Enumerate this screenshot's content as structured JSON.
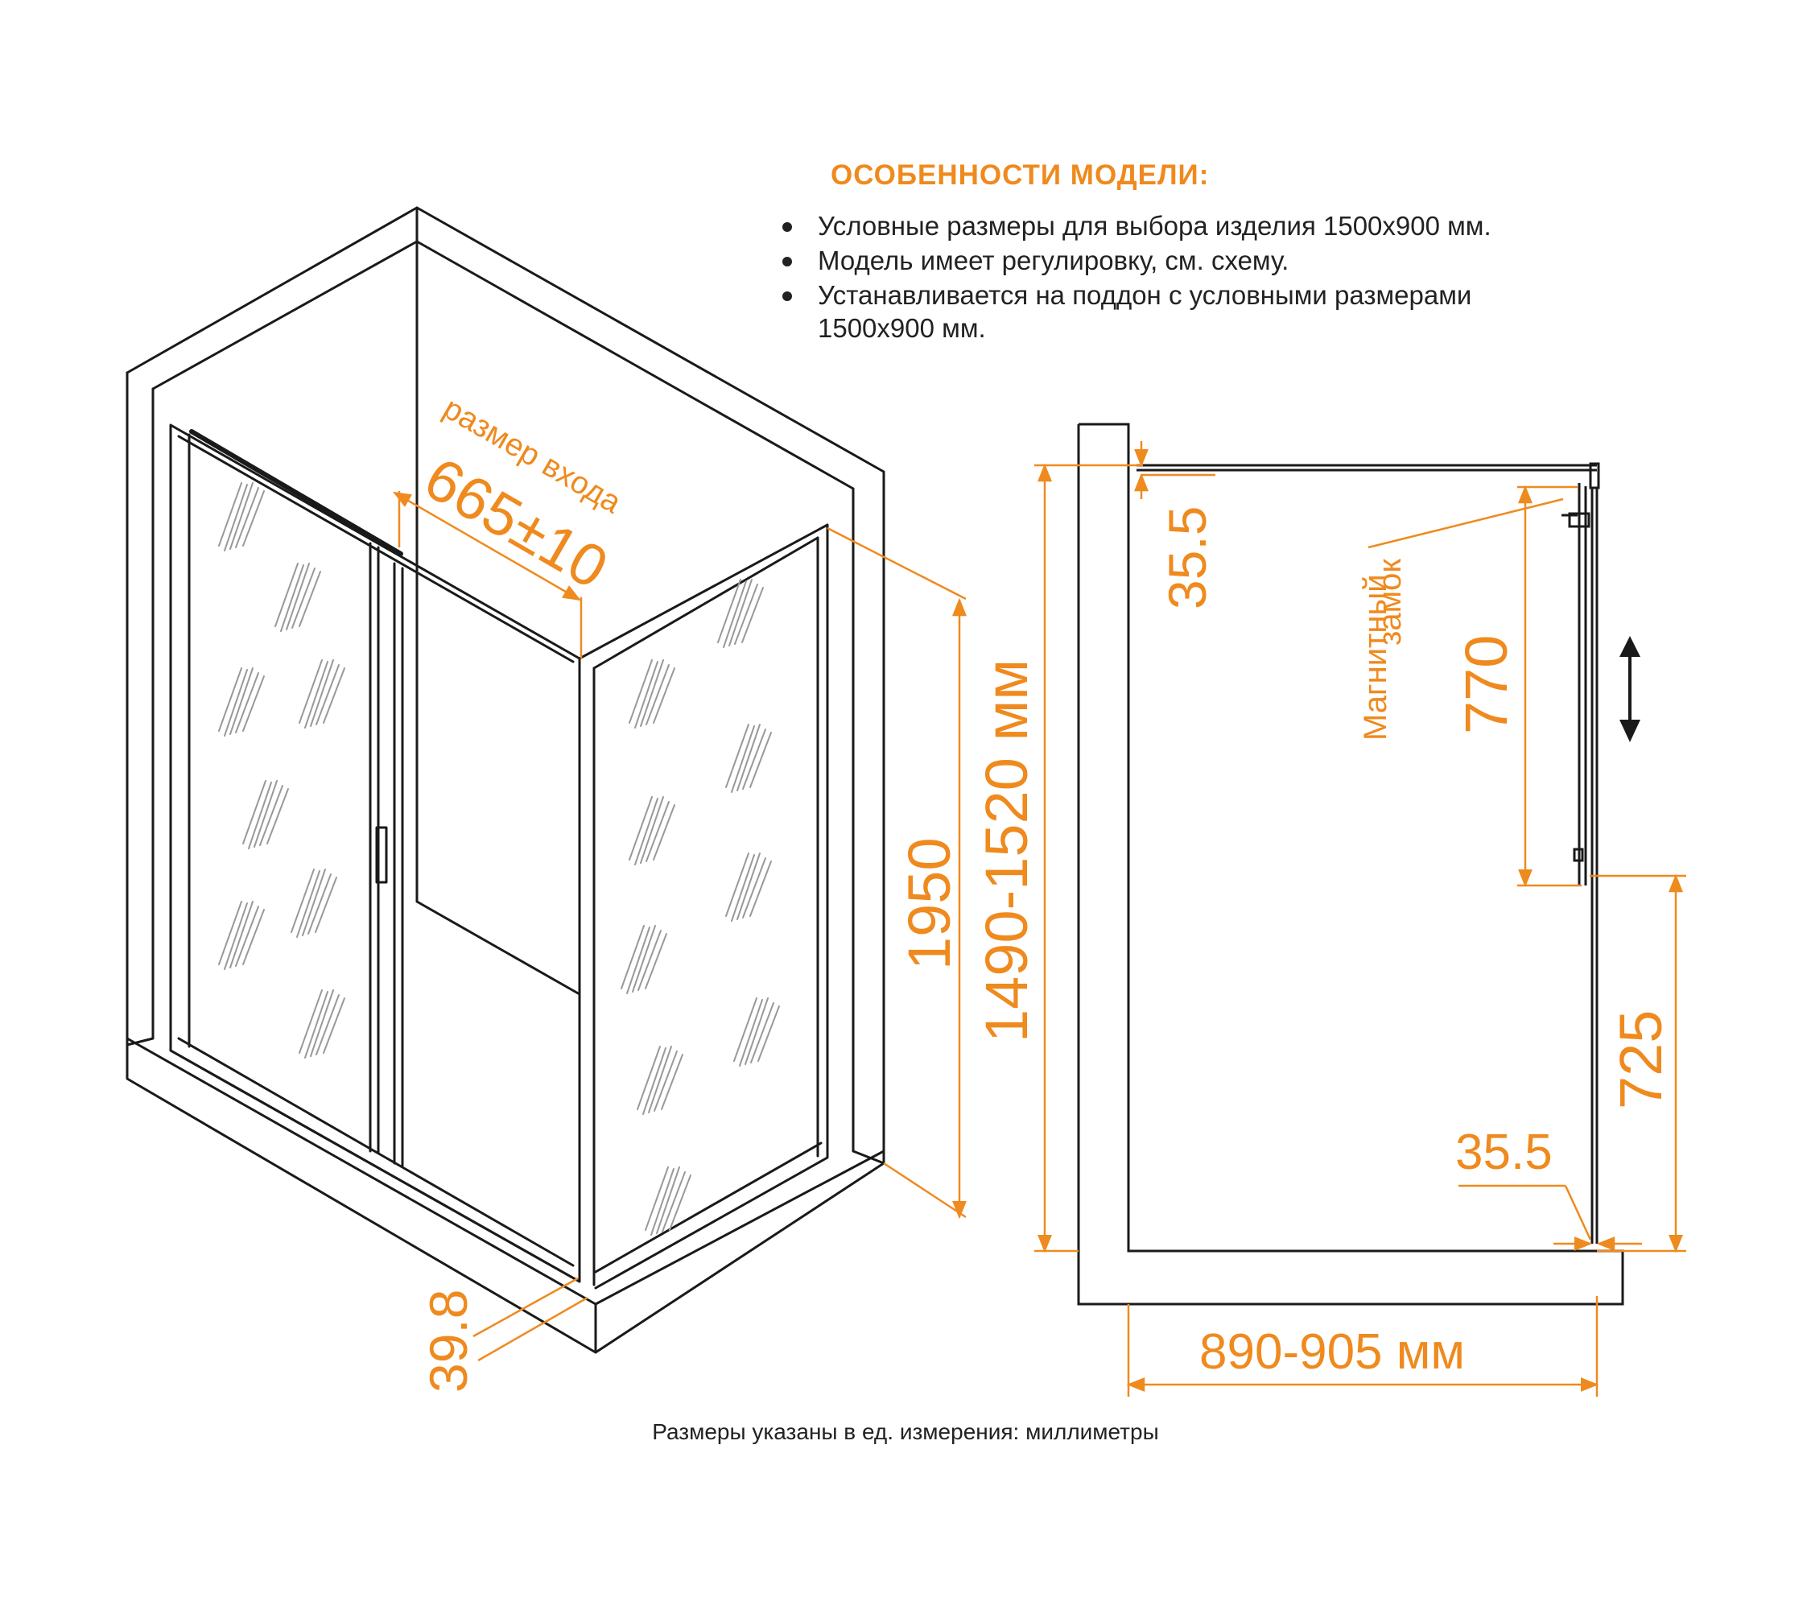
{
  "features": {
    "title": "ОСОБЕННОСТИ МОДЕЛИ:",
    "items": [
      "Условные размеры для выбора изделия 1500х900 мм.",
      "Модель имеет регулировку,  см.  схему.",
      "Устанавливается на поддон с условными размерами 1500х900 мм."
    ]
  },
  "iso_view": {
    "entry_label": "размер входа",
    "entry_value": "665±10",
    "height": "1950",
    "threshold": "39.8"
  },
  "side_view": {
    "height_range": "1490-1520 мм",
    "top_offset": "35.5",
    "lock_label_line1": "Магнитный",
    "lock_label_line2": "замок",
    "upper_segment": "770",
    "lower_segment": "725",
    "bottom_offset": "35.5",
    "width_range": "890-905 мм"
  },
  "footnote": "Размеры указаны в ед. измерения: миллиметры",
  "colors": {
    "accent": "#ef8a1e",
    "line": "#1a1a1a"
  }
}
